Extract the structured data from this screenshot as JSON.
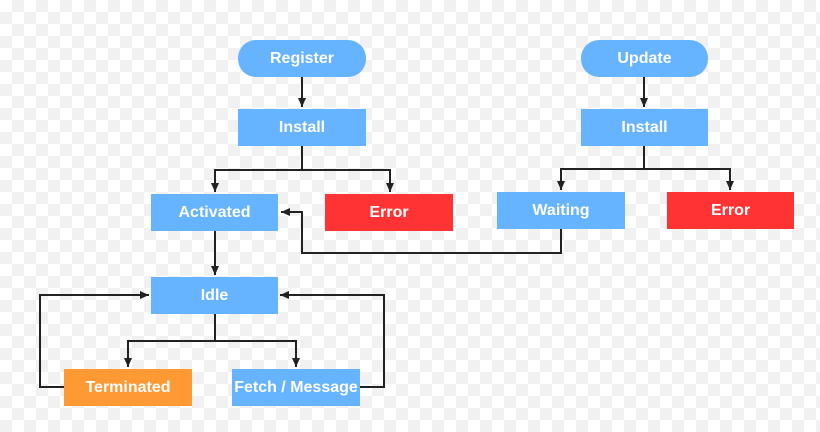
{
  "colors": {
    "process": "#66b3ff",
    "error": "#ff3333",
    "terminated": "#ff9933",
    "edge": "#222222"
  },
  "nodes": {
    "register": "Register",
    "update": "Update",
    "install_left": "Install",
    "install_right": "Install",
    "activated": "Activated",
    "error_left": "Error",
    "waiting": "Waiting",
    "error_right": "Error",
    "idle": "Idle",
    "terminated": "Terminated",
    "fetch_message": "Fetch / Message"
  },
  "edges": [
    [
      "register",
      "install_left"
    ],
    [
      "install_left",
      "activated"
    ],
    [
      "install_left",
      "error_left"
    ],
    [
      "update",
      "install_right"
    ],
    [
      "install_right",
      "waiting"
    ],
    [
      "install_right",
      "error_right"
    ],
    [
      "waiting",
      "activated"
    ],
    [
      "activated",
      "idle"
    ],
    [
      "idle",
      "terminated"
    ],
    [
      "idle",
      "fetch_message"
    ],
    [
      "terminated",
      "idle"
    ],
    [
      "fetch_message",
      "idle"
    ]
  ]
}
